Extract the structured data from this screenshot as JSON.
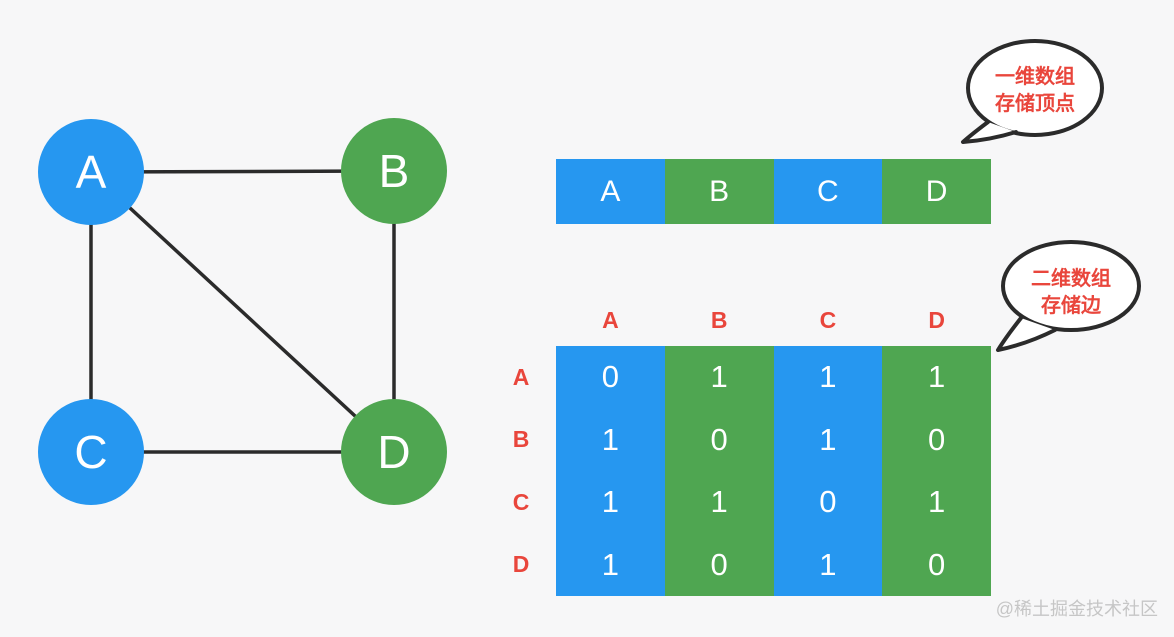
{
  "colors": {
    "node_blue": "#2697F0",
    "node_green": "#4FA651",
    "label_red": "#E9463C",
    "line_dark": "#2B2B2B",
    "background": "#F7F7F8",
    "watermark_gray": "#C6C6C6"
  },
  "graph": {
    "nodes": [
      {
        "id": "A",
        "label": "A",
        "color": "blue"
      },
      {
        "id": "B",
        "label": "B",
        "color": "green"
      },
      {
        "id": "C",
        "label": "C",
        "color": "blue"
      },
      {
        "id": "D",
        "label": "D",
        "color": "green"
      }
    ],
    "edges": [
      [
        "A",
        "B"
      ],
      [
        "A",
        "C"
      ],
      [
        "A",
        "D"
      ],
      [
        "B",
        "D"
      ],
      [
        "C",
        "D"
      ]
    ]
  },
  "vertex_array": {
    "cells": [
      {
        "label": "A",
        "color": "blue"
      },
      {
        "label": "B",
        "color": "green"
      },
      {
        "label": "C",
        "color": "blue"
      },
      {
        "label": "D",
        "color": "green"
      }
    ]
  },
  "adjacency_matrix": {
    "column_headers": [
      "A",
      "B",
      "C",
      "D"
    ],
    "row_headers": [
      "A",
      "B",
      "C",
      "D"
    ],
    "rows": [
      [
        0,
        1,
        1,
        1
      ],
      [
        1,
        0,
        1,
        0
      ],
      [
        1,
        1,
        0,
        1
      ],
      [
        1,
        0,
        1,
        0
      ]
    ]
  },
  "annotations": {
    "bubble_vertices": {
      "line1": "一维数组",
      "line2": "存储顶点"
    },
    "bubble_edges": {
      "line1": "二维数组",
      "line2": "存储边"
    }
  },
  "watermark": "@稀土掘金技术社区"
}
